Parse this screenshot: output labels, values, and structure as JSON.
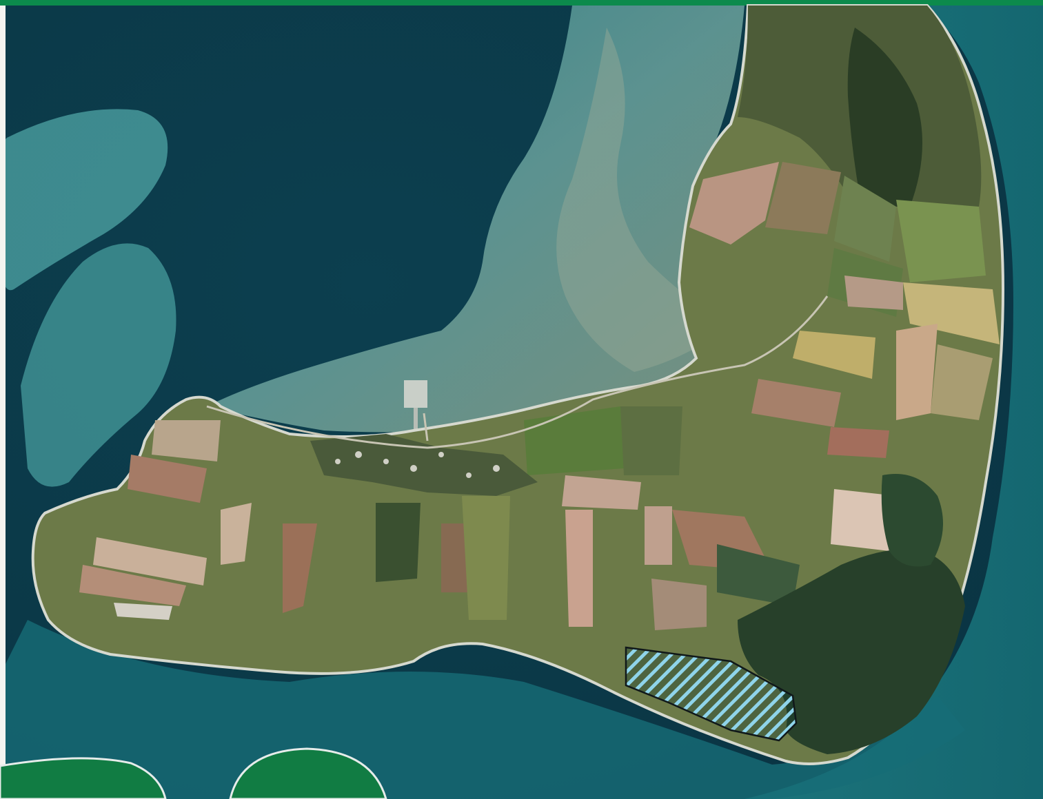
{
  "map": {
    "kind": "aerial-photograph",
    "features": [
      "sea",
      "shallow-water",
      "island",
      "fields",
      "village",
      "harbour",
      "forest",
      "hatched-area"
    ],
    "colors": {
      "frame_green": "#0c8a4c",
      "badge_green": "#117c43",
      "deep_sea": "#0a3a48",
      "shallow_sea": "#2f8e95",
      "sandbank": "#5fb3b0",
      "land": "#6b7b48",
      "forest": "#24391f",
      "hatch": "#8fd4ea"
    }
  }
}
